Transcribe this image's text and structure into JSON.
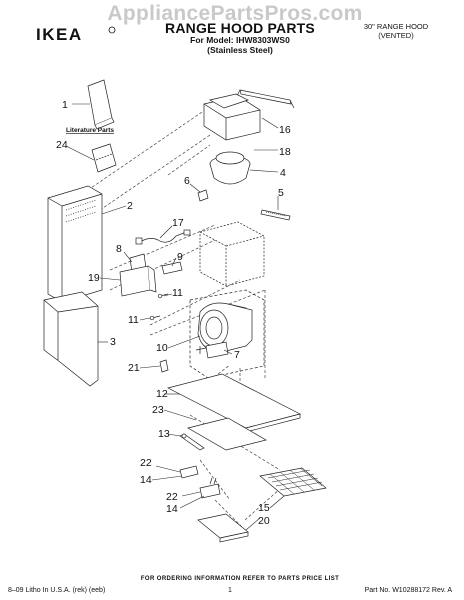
{
  "header": {
    "watermark": "AppliancePartsPros.com",
    "brand": "IKEA",
    "title": "RANGE HOOD PARTS",
    "model_line": "For Model: IHW8303WS0",
    "finish_line": "(Stainless Steel)",
    "hood_type_line1": "30\" RANGE HOOD",
    "hood_type_line2": "(VENTED)"
  },
  "diagram": {
    "literature_label": "Literature Parts",
    "callouts": [
      {
        "id": "c1",
        "text": "1"
      },
      {
        "id": "c24",
        "text": "24"
      },
      {
        "id": "c16",
        "text": "16"
      },
      {
        "id": "c18",
        "text": "18"
      },
      {
        "id": "c4",
        "text": "4"
      },
      {
        "id": "c6",
        "text": "6"
      },
      {
        "id": "c2",
        "text": "2"
      },
      {
        "id": "c5",
        "text": "5"
      },
      {
        "id": "c17",
        "text": "17"
      },
      {
        "id": "c8",
        "text": "8"
      },
      {
        "id": "c9",
        "text": "9"
      },
      {
        "id": "c19",
        "text": "19"
      },
      {
        "id": "c11a",
        "text": "11"
      },
      {
        "id": "c11b",
        "text": "11"
      },
      {
        "id": "c3",
        "text": "3"
      },
      {
        "id": "c10",
        "text": "10"
      },
      {
        "id": "c7",
        "text": "7"
      },
      {
        "id": "c21",
        "text": "21"
      },
      {
        "id": "c12",
        "text": "12"
      },
      {
        "id": "c23",
        "text": "23"
      },
      {
        "id": "c13",
        "text": "13"
      },
      {
        "id": "c22a",
        "text": "22"
      },
      {
        "id": "c14a",
        "text": "14"
      },
      {
        "id": "c22b",
        "text": "22"
      },
      {
        "id": "c14b",
        "text": "14"
      },
      {
        "id": "c15",
        "text": "15"
      },
      {
        "id": "c20",
        "text": "20"
      }
    ]
  },
  "footer": {
    "note": "FOR ORDERING INFORMATION REFER TO PARTS PRICE LIST",
    "print_info": "8–09 Litho In U.S.A. (rek) (eeb)",
    "page": "1",
    "part_no": "Part No. W10288172 Rev. A"
  }
}
